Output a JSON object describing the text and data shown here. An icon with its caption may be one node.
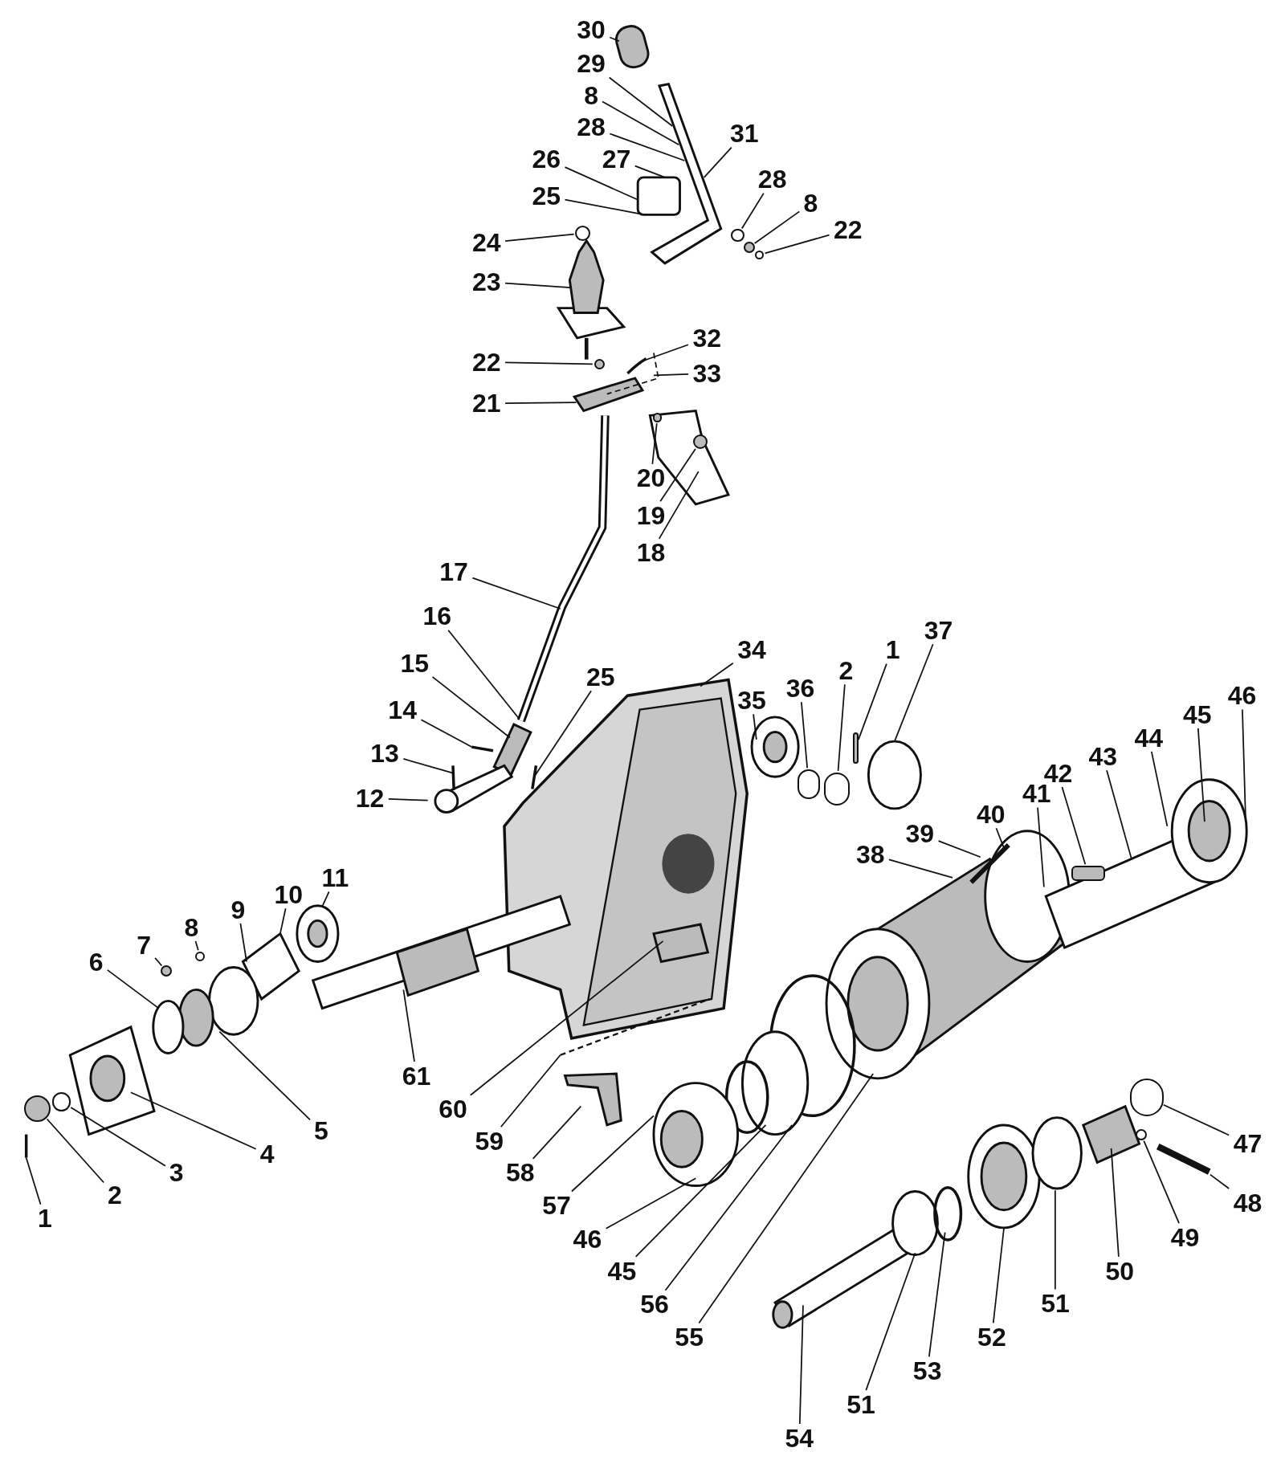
{
  "diagram": {
    "nodes": [
      {
        "text": [
          "30"
        ]
      },
      {
        "text": [
          "29"
        ]
      },
      {
        "text": [
          "8"
        ]
      },
      {
        "text": [
          "28"
        ]
      },
      {
        "text": [
          "31"
        ]
      },
      {
        "text": [
          "26"
        ]
      },
      {
        "text": [
          "27"
        ]
      },
      {
        "text": [
          "28"
        ]
      },
      {
        "text": [
          "25"
        ]
      },
      {
        "text": [
          "8"
        ]
      },
      {
        "text": [
          "22"
        ]
      },
      {
        "text": [
          "24"
        ]
      },
      {
        "text": [
          "23"
        ]
      },
      {
        "text": [
          "32"
        ]
      },
      {
        "text": [
          "22"
        ]
      },
      {
        "text": [
          "33"
        ]
      },
      {
        "text": [
          "21"
        ]
      },
      {
        "text": [
          "20"
        ]
      },
      {
        "text": [
          "19"
        ]
      },
      {
        "text": [
          "18"
        ]
      },
      {
        "text": [
          "17"
        ]
      },
      {
        "text": [
          "16"
        ]
      },
      {
        "text": [
          "15"
        ]
      },
      {
        "text": [
          "25"
        ]
      },
      {
        "text": [
          "14"
        ]
      },
      {
        "text": [
          "13"
        ]
      },
      {
        "text": [
          "12"
        ]
      },
      {
        "text": [
          "34"
        ]
      },
      {
        "text": [
          "35"
        ]
      },
      {
        "text": [
          "36"
        ]
      },
      {
        "text": [
          "2"
        ]
      },
      {
        "text": [
          "1"
        ]
      },
      {
        "text": [
          "37"
        ]
      },
      {
        "text": [
          "40"
        ]
      },
      {
        "text": [
          "39"
        ]
      },
      {
        "text": [
          "38"
        ]
      },
      {
        "text": [
          "41"
        ]
      },
      {
        "text": [
          "42"
        ]
      },
      {
        "text": [
          "43"
        ]
      },
      {
        "text": [
          "44"
        ]
      },
      {
        "text": [
          "45"
        ]
      },
      {
        "text": [
          "46"
        ]
      },
      {
        "text": [
          "11"
        ]
      },
      {
        "text": [
          "10"
        ]
      },
      {
        "text": [
          "9"
        ]
      },
      {
        "text": [
          "8"
        ]
      },
      {
        "text": [
          "7"
        ]
      },
      {
        "text": [
          "6"
        ]
      },
      {
        "text": [
          "61"
        ]
      },
      {
        "text": [
          "60"
        ]
      },
      {
        "text": [
          "59"
        ]
      },
      {
        "text": [
          "58"
        ]
      },
      {
        "text": [
          "5"
        ]
      },
      {
        "text": [
          "4"
        ]
      },
      {
        "text": [
          "3"
        ]
      },
      {
        "text": [
          "2"
        ]
      },
      {
        "text": [
          "1"
        ]
      },
      {
        "text": [
          "57"
        ]
      },
      {
        "text": [
          "46"
        ]
      },
      {
        "text": [
          "45"
        ]
      },
      {
        "text": [
          "56"
        ]
      },
      {
        "text": [
          "55"
        ]
      },
      {
        "text": [
          "47"
        ]
      },
      {
        "text": [
          "48"
        ]
      },
      {
        "text": [
          "49"
        ]
      },
      {
        "text": [
          "50"
        ]
      },
      {
        "text": [
          "51"
        ]
      },
      {
        "text": [
          "52"
        ]
      },
      {
        "text": [
          "53"
        ]
      },
      {
        "text": [
          "51"
        ]
      },
      {
        "text": [
          "54"
        ]
      },
      {
        "text": [],
        "shape": "circle"
      },
      {
        "text": [],
        "shape": "circle"
      },
      {
        "text": [],
        "shape": "circle"
      },
      {
        "text": [],
        "shape": "circle"
      },
      {
        "text": [],
        "shape": "circle"
      },
      {
        "text": [],
        "shape": "circle"
      },
      {
        "text": [],
        "shape": "circle"
      },
      {
        "text": [],
        "shape": "circle"
      },
      {
        "text": [],
        "shape": "bar"
      },
      {
        "text": [],
        "shape": "circle"
      },
      {
        "text": [],
        "shape": "circle"
      },
      {
        "text": [],
        "shape": "circle"
      },
      {
        "text": [],
        "shape": "circle"
      },
      {
        "text": [],
        "shape": "circle"
      },
      {
        "text": [],
        "shape": "circle"
      },
      {
        "text": [],
        "shape": "circle"
      },
      {
        "text": [],
        "shape": "bar"
      }
    ],
    "edges": [
      {
        "from": 0,
        "to": null,
        "arrow": "none"
      },
      {
        "from": 1,
        "to": null,
        "arrow": "none"
      },
      {
        "from": 2,
        "to": null,
        "arrow": "none"
      },
      {
        "from": 3,
        "to": null,
        "arrow": "none"
      },
      {
        "from": 4,
        "to": null,
        "arrow": "none"
      },
      {
        "from": 5,
        "to": null,
        "arrow": "none"
      },
      {
        "from": 6,
        "to": null,
        "arrow": "none"
      },
      {
        "from": 7,
        "to": 71,
        "arrow": "none"
      },
      {
        "from": 8,
        "to": null,
        "arrow": "none"
      },
      {
        "from": 9,
        "to": 72,
        "arrow": "none"
      },
      {
        "from": 10,
        "to": 73,
        "arrow": "none"
      },
      {
        "from": 11,
        "to": 74,
        "arrow": "none"
      },
      {
        "from": 12,
        "to": null,
        "arrow": "none"
      },
      {
        "from": 13,
        "to": null,
        "arrow": "none"
      },
      {
        "from": 14,
        "to": 75,
        "arrow": "none"
      },
      {
        "from": 15,
        "to": null,
        "arrow": "none"
      },
      {
        "from": 16,
        "to": null,
        "arrow": "none"
      },
      {
        "from": 17,
        "to": 76,
        "arrow": "none"
      },
      {
        "from": 18,
        "to": 77,
        "arrow": "none"
      },
      {
        "from": 19,
        "to": null,
        "arrow": "none"
      },
      {
        "from": 20,
        "to": null,
        "arrow": "none"
      },
      {
        "from": 21,
        "to": null,
        "arrow": "none"
      },
      {
        "from": 22,
        "to": null,
        "arrow": "none"
      },
      {
        "from": 23,
        "to": null,
        "arrow": "none"
      },
      {
        "from": 24,
        "to": null,
        "arrow": "none"
      },
      {
        "from": 25,
        "to": null,
        "arrow": "none"
      },
      {
        "from": 26,
        "to": null,
        "arrow": "none"
      },
      {
        "from": 27,
        "to": null,
        "arrow": "none"
      },
      {
        "from": 28,
        "to": null,
        "arrow": "none"
      },
      {
        "from": 29,
        "to": 78,
        "arrow": "none"
      },
      {
        "from": 30,
        "to": 86,
        "arrow": "none"
      },
      {
        "from": 31,
        "to": 87,
        "arrow": "none"
      },
      {
        "from": 32,
        "to": null,
        "arrow": "none"
      },
      {
        "from": 33,
        "to": null,
        "arrow": "none"
      },
      {
        "from": 34,
        "to": null,
        "arrow": "none"
      },
      {
        "from": 35,
        "to": null,
        "arrow": "none"
      },
      {
        "from": 36,
        "to": null,
        "arrow": "none"
      },
      {
        "from": 37,
        "to": 79,
        "arrow": "none"
      },
      {
        "from": 38,
        "to": null,
        "arrow": "none"
      },
      {
        "from": 39,
        "to": null,
        "arrow": "none"
      },
      {
        "from": 40,
        "to": null,
        "arrow": "none"
      },
      {
        "from": 41,
        "to": null,
        "arrow": "none"
      },
      {
        "from": 42,
        "to": null,
        "arrow": "none"
      },
      {
        "from": 43,
        "to": null,
        "arrow": "none"
      },
      {
        "from": 44,
        "to": null,
        "arrow": "none"
      },
      {
        "from": 45,
        "to": 80,
        "arrow": "none"
      },
      {
        "from": 46,
        "to": 81,
        "arrow": "none"
      },
      {
        "from": 47,
        "to": null,
        "arrow": "none"
      },
      {
        "from": 48,
        "to": null,
        "arrow": "none"
      },
      {
        "from": 49,
        "to": null,
        "arrow": "none"
      },
      {
        "from": 50,
        "to": null,
        "arrow": "none"
      },
      {
        "from": 51,
        "to": null,
        "arrow": "none"
      },
      {
        "from": 52,
        "to": null,
        "arrow": "none"
      },
      {
        "from": 53,
        "to": null,
        "arrow": "none"
      },
      {
        "from": 54,
        "to": 82,
        "arrow": "none"
      },
      {
        "from": 55,
        "to": 83,
        "arrow": "none"
      },
      {
        "from": 56,
        "to": null,
        "arrow": "none"
      },
      {
        "from": 57,
        "to": null,
        "arrow": "none"
      },
      {
        "from": 58,
        "to": null,
        "arrow": "none"
      },
      {
        "from": 59,
        "to": null,
        "arrow": "none"
      },
      {
        "from": 60,
        "to": null,
        "arrow": "none"
      },
      {
        "from": 61,
        "to": null,
        "arrow": "none"
      },
      {
        "from": 62,
        "to": 84,
        "arrow": "none"
      },
      {
        "from": 63,
        "to": null,
        "arrow": "none"
      },
      {
        "from": 64,
        "to": 85,
        "arrow": "none"
      },
      {
        "from": 65,
        "to": null,
        "arrow": "none"
      },
      {
        "from": 66,
        "to": null,
        "arrow": "none"
      },
      {
        "from": 67,
        "to": null,
        "arrow": "none"
      },
      {
        "from": 68,
        "to": null,
        "arrow": "none"
      },
      {
        "from": 69,
        "to": null,
        "arrow": "none"
      },
      {
        "from": 70,
        "to": null,
        "arrow": "none"
      }
    ]
  }
}
